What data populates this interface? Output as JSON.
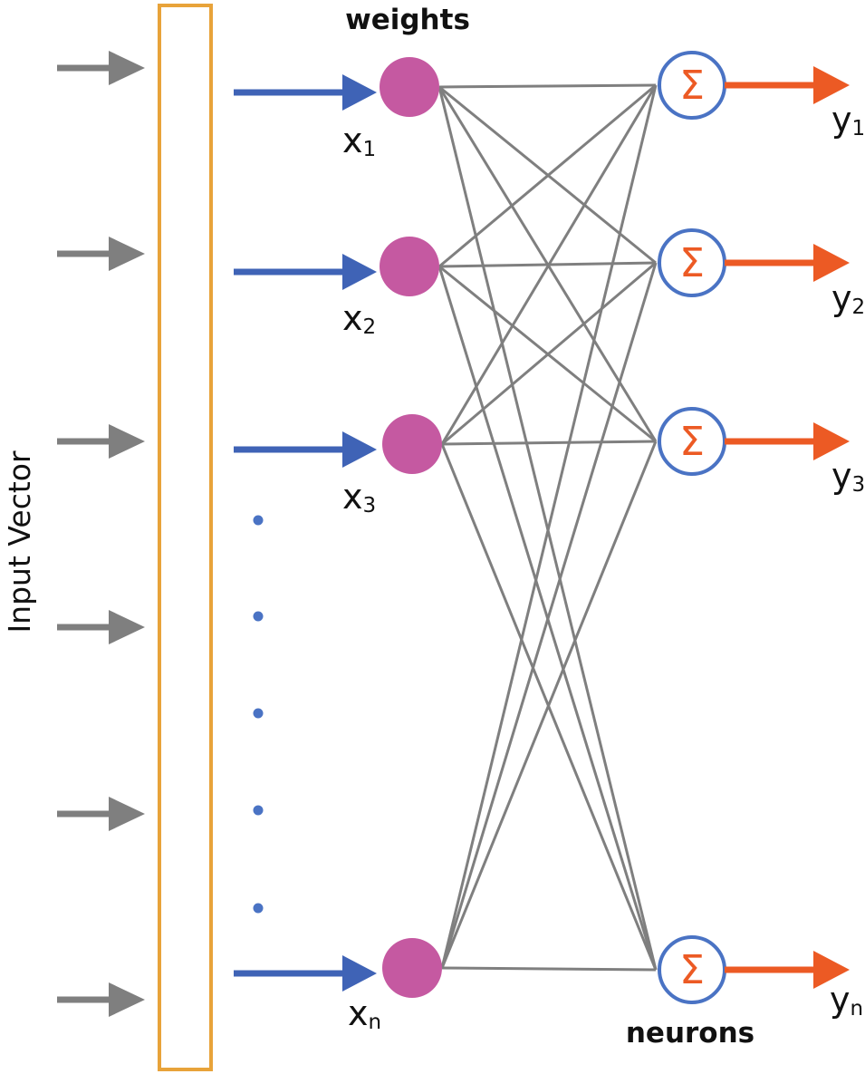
{
  "labels": {
    "weights": "weights",
    "neurons": "neurons",
    "input_vector": "Input Vector",
    "sum_symbol": "Σ"
  },
  "inputs": [
    {
      "base": "x",
      "sub": "1"
    },
    {
      "base": "x",
      "sub": "2"
    },
    {
      "base": "x",
      "sub": "3"
    },
    {
      "base": "x",
      "sub": "n"
    }
  ],
  "outputs": [
    {
      "base": "y",
      "sub": "1"
    },
    {
      "base": "y",
      "sub": "2"
    },
    {
      "base": "y",
      "sub": "3"
    },
    {
      "base": "y",
      "sub": "n"
    }
  ],
  "colors": {
    "input_arrow": "#7f7f7f",
    "vector_box": "#e8a33a",
    "x_arrow": "#3f63b6",
    "weight_node": "#c559a1",
    "connection": "#7f7f7f",
    "neuron_ring": "#4a73c4",
    "sigma": "#ec5a24",
    "output_arrow": "#ec5a24",
    "ellipsis_dot": "#4a73c4"
  }
}
